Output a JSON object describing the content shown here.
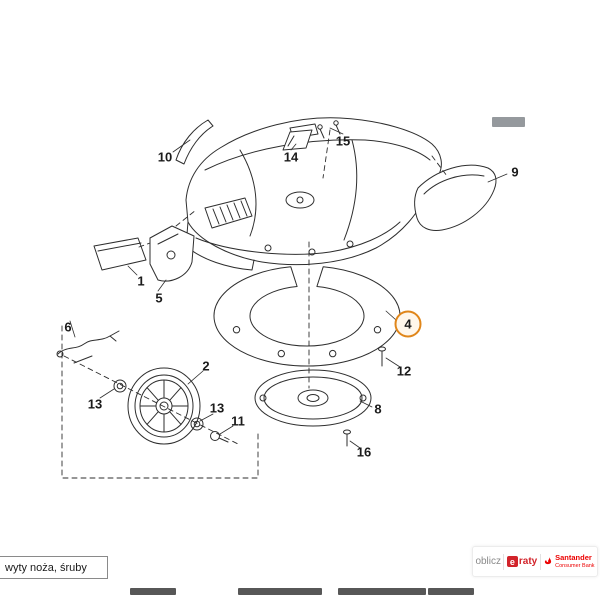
{
  "diagram": {
    "highlighted_part": "4",
    "parts": [
      {
        "number": "10"
      },
      {
        "number": "14"
      },
      {
        "number": "15"
      },
      {
        "number": "9"
      },
      {
        "number": "1"
      },
      {
        "number": "5"
      },
      {
        "number": "4",
        "highlighted": true
      },
      {
        "number": "6"
      },
      {
        "number": "2"
      },
      {
        "number": "13"
      },
      {
        "number": "13"
      },
      {
        "number": "11"
      },
      {
        "number": "12"
      },
      {
        "number": "8"
      },
      {
        "number": "16"
      }
    ]
  },
  "footer": {
    "left_box_text": "wyty noża, śruby",
    "payment_banner": {
      "oblicz": "oblicz",
      "eraty_e": "e",
      "eraty_text": "raty",
      "santander": "Santander",
      "santander_sub": "Consumer Bank"
    }
  },
  "colors": {
    "highlight_orange": "#e0861a",
    "eraty_red": "#d2232a",
    "santander_red": "#ec0000",
    "oblicz_gray": "#8a8a8a",
    "line_color": "#2e2e2e"
  }
}
